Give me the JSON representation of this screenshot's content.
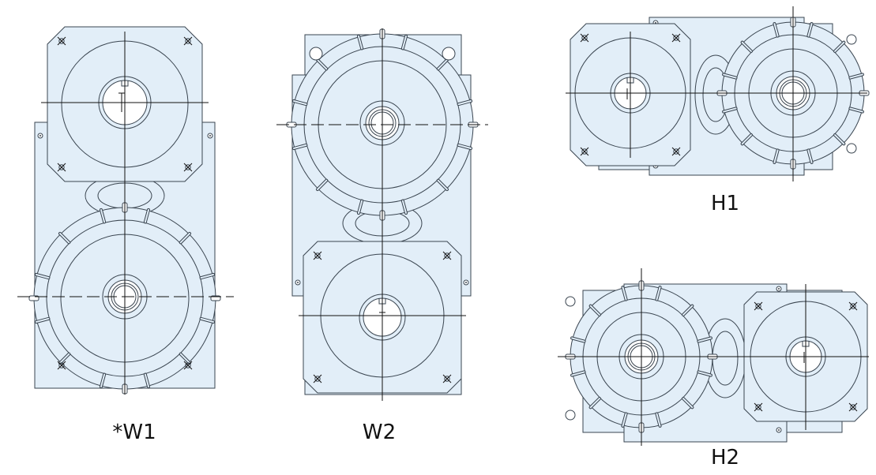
{
  "colors": {
    "body_fill": "#e2eef8",
    "outline": "#3a4550",
    "centerline": "#111111",
    "background": "#ffffff"
  },
  "figures": [
    {
      "id": "w1",
      "label": "*W1",
      "layout": "vertical",
      "input_shaft": "top",
      "output_shaft": "bottom"
    },
    {
      "id": "w2",
      "label": "W2",
      "layout": "vertical",
      "input_shaft": "bottom",
      "output_shaft": "top"
    },
    {
      "id": "h1",
      "label": "H1",
      "layout": "horizontal",
      "input_shaft": "left",
      "output_shaft": "right"
    },
    {
      "id": "h2",
      "label": "H2",
      "layout": "horizontal",
      "input_shaft": "right",
      "output_shaft": "left"
    }
  ]
}
